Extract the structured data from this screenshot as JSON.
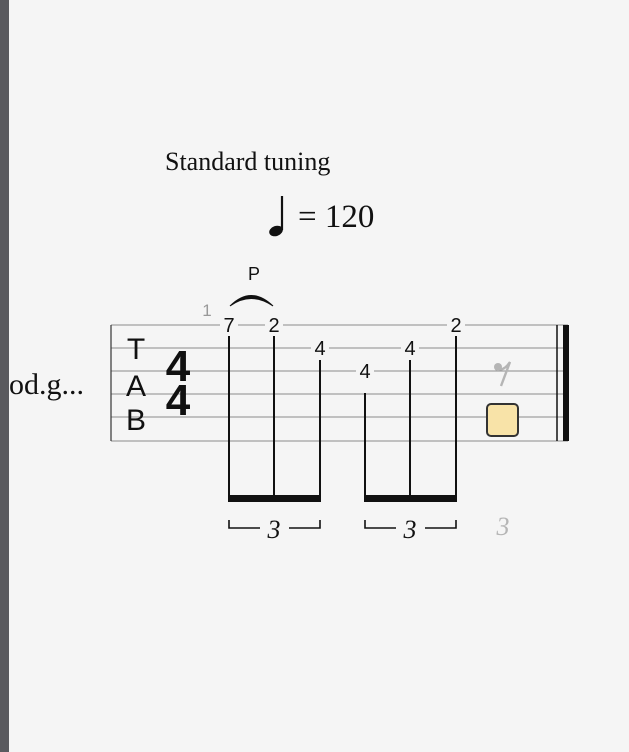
{
  "score": {
    "tuning_label": "Standard tuning",
    "tempo_symbol": "♩",
    "tempo_value": "= 120",
    "track_name": "od.g...",
    "bar_number": "1",
    "clef": [
      "T",
      "A",
      "B"
    ],
    "time_signature": {
      "numerator": "4",
      "denominator": "4"
    },
    "pull_off_label": "P",
    "notes": [
      {
        "fret": "7",
        "string": 1
      },
      {
        "fret": "2",
        "string": 1
      },
      {
        "fret": "4",
        "string": 2
      },
      {
        "fret": "4",
        "string": 3
      },
      {
        "fret": "4",
        "string": 2
      },
      {
        "fret": "2",
        "string": 1
      }
    ],
    "tuplets": [
      "3",
      "3"
    ],
    "ghost_tuplet": "3",
    "colors": {
      "background": "#f5f5f5",
      "sidebar": "#5a5a5f",
      "ink": "#111111",
      "cursor_fill": "#f8e3a8",
      "cursor_border": "#333333",
      "ghost": "#b5b5b5"
    },
    "icons": [
      "quarter-note-icon",
      "eighth-rest-icon",
      "cursor-beat-icon"
    ]
  }
}
